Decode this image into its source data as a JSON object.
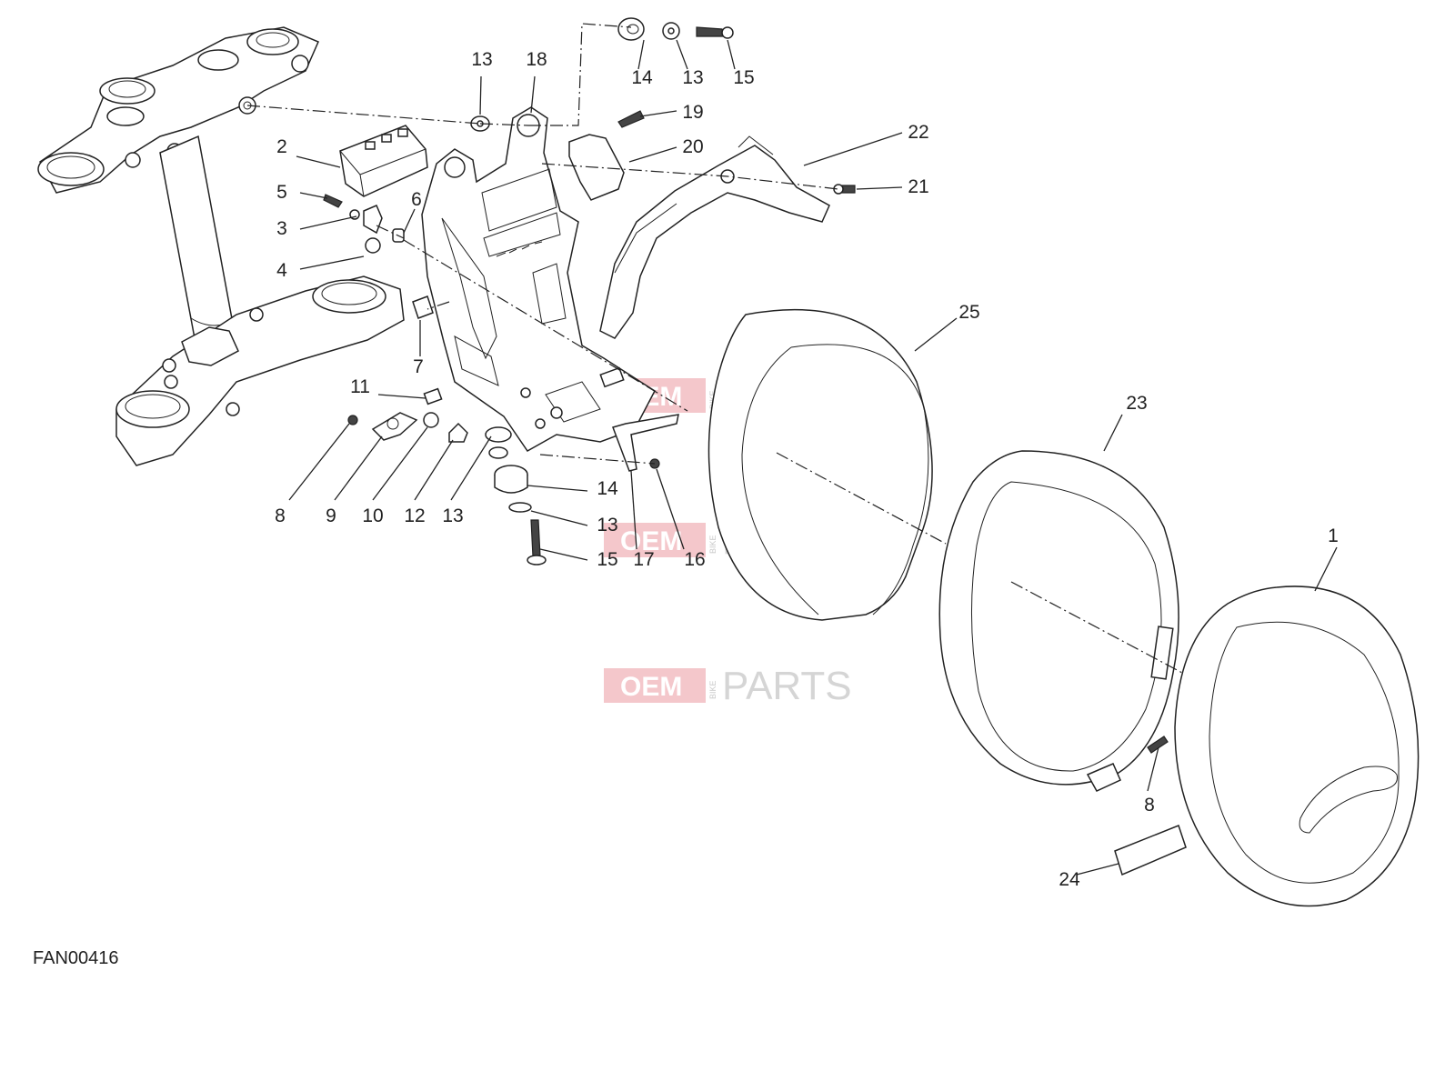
{
  "diagram": {
    "drawing_code": "FAN00416",
    "watermark": {
      "oem": "OEM",
      "bike": "BIKE",
      "parts": "PARTS"
    },
    "callouts": [
      {
        "id": "c-1",
        "label": "1"
      },
      {
        "id": "c-2",
        "label": "2"
      },
      {
        "id": "c-3",
        "label": "3"
      },
      {
        "id": "c-4",
        "label": "4"
      },
      {
        "id": "c-5",
        "label": "5"
      },
      {
        "id": "c-6",
        "label": "6"
      },
      {
        "id": "c-7",
        "label": "7"
      },
      {
        "id": "c-8a",
        "label": "8"
      },
      {
        "id": "c-8b",
        "label": "8"
      },
      {
        "id": "c-9",
        "label": "9"
      },
      {
        "id": "c-10",
        "label": "10"
      },
      {
        "id": "c-11",
        "label": "11"
      },
      {
        "id": "c-12",
        "label": "12"
      },
      {
        "id": "c-13a",
        "label": "13"
      },
      {
        "id": "c-13b",
        "label": "13"
      },
      {
        "id": "c-13c",
        "label": "13"
      },
      {
        "id": "c-13d",
        "label": "13"
      },
      {
        "id": "c-14a",
        "label": "14"
      },
      {
        "id": "c-14b",
        "label": "14"
      },
      {
        "id": "c-15a",
        "label": "15"
      },
      {
        "id": "c-15b",
        "label": "15"
      },
      {
        "id": "c-16",
        "label": "16"
      },
      {
        "id": "c-17",
        "label": "17"
      },
      {
        "id": "c-18",
        "label": "18"
      },
      {
        "id": "c-19",
        "label": "19"
      },
      {
        "id": "c-20",
        "label": "20"
      },
      {
        "id": "c-21",
        "label": "21"
      },
      {
        "id": "c-22",
        "label": "22"
      },
      {
        "id": "c-23",
        "label": "23"
      },
      {
        "id": "c-24",
        "label": "24"
      },
      {
        "id": "c-25",
        "label": "25"
      }
    ]
  }
}
